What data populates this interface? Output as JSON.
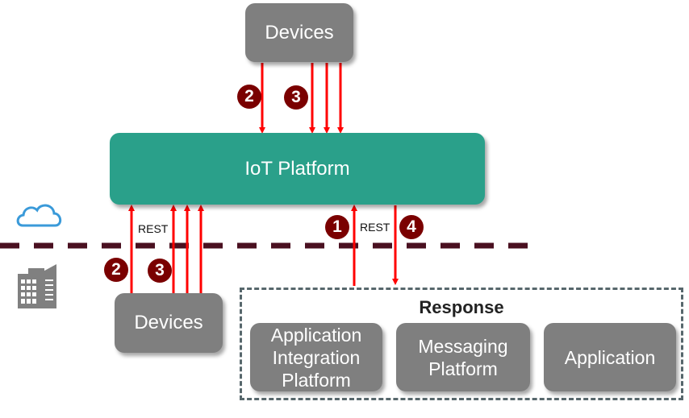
{
  "devices_top": {
    "label": "Devices"
  },
  "iot_platform": {
    "label": "IoT Platform"
  },
  "devices_bottom": {
    "label": "Devices"
  },
  "response": {
    "title": "Response",
    "boxes": [
      {
        "label": "Application Integration Platform"
      },
      {
        "label": "Messaging Platform"
      },
      {
        "label": "Application"
      }
    ]
  },
  "labels": {
    "rest_left": "REST",
    "rest_right": "REST"
  },
  "badges": {
    "b1": "1",
    "b2_top": "2",
    "b3_top": "3",
    "b2_bottom": "2",
    "b3_bottom": "3",
    "b4": "4"
  },
  "icons": {
    "cloud": "cloud-icon",
    "building": "building-icon"
  },
  "colors": {
    "arrow": "#ff0000",
    "badge": "#7a0000",
    "platform": "#2aa08a",
    "box": "#7f7f7f",
    "boundary": "#4a1020"
  }
}
